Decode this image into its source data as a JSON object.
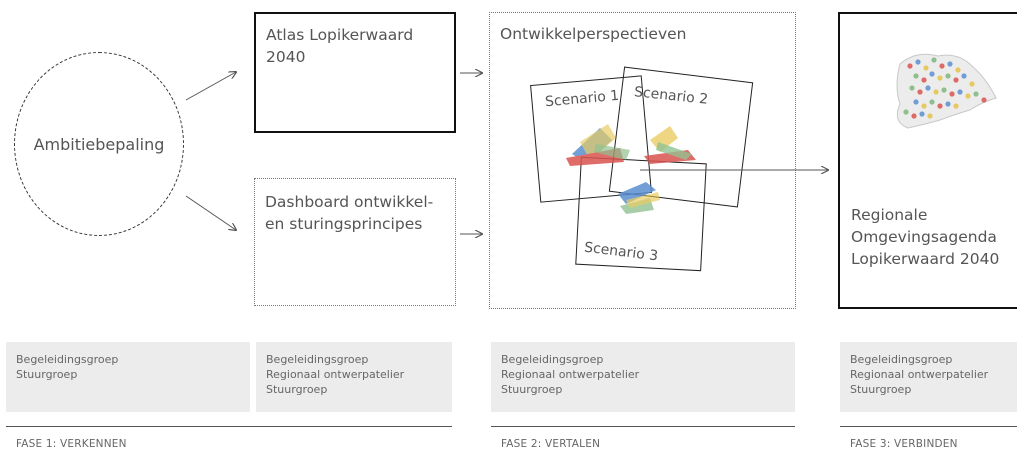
{
  "ambitie": {
    "label": "Ambitiebepaling"
  },
  "atlas": {
    "title_line1": "Atlas Lopikerwaard",
    "title_line2": "2040"
  },
  "dashboard": {
    "title_line1": "Dashboard ontwikkel-",
    "title_line2": "en sturingsprincipes"
  },
  "ontwikkel": {
    "title": "Ontwikkelperspectieven",
    "scenarios": [
      "Scenario 1",
      "Scenario 2",
      "Scenario 3"
    ]
  },
  "agenda": {
    "title_line1": "Regionale",
    "title_line2": "Omgevingsagenda",
    "title_line3": "Lopikerwaard 2040"
  },
  "groups": [
    [
      "Begeleidingsgroep",
      "Stuurgroep"
    ],
    [
      "Begeleidingsgroep",
      "Regionaal ontwerpatelier",
      "Stuurgroep"
    ],
    [
      "Begeleidingsgroep",
      "Regionaal ontwerpatelier",
      "Stuurgroep"
    ],
    [
      "Begeleidingsgroep",
      "Regionaal ontwerpatelier",
      "Stuurgroep"
    ]
  ],
  "phases": [
    "FASE 1: VERKENNEN",
    "FASE 2: VERTALEN",
    "FASE 3: VERBINDEN"
  ],
  "colors": {
    "line": "#555555",
    "grey_box": "#ececec",
    "stroke_red": "#d9534f",
    "stroke_blue": "#5b8fd1",
    "stroke_yellow": "#e6c34a",
    "stroke_green": "#7fb77e"
  }
}
